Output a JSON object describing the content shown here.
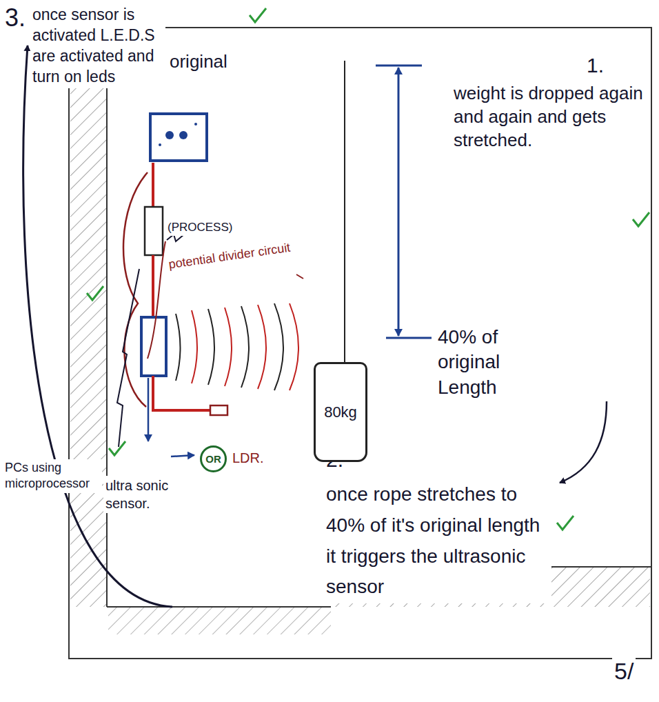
{
  "diagram": {
    "nodes": [
      {
        "text": [
          "80kg"
        ]
      },
      {
        "text": [
          "OR"
        ]
      }
    ],
    "labels": [
      "3.",
      "once sensor is activated L.E.D.S are activated and turn on leds",
      "original",
      "1.",
      "weight is dropped again and again and gets stretched.",
      "(PROCESS)",
      "potential divider circuit",
      "40% of original Length",
      "PCs using microprocessor",
      "ultra sonic sensor.",
      "LDR.",
      "2.",
      "once rope stretches to 40% of it's original length it triggers the ultrasonic sensor",
      "5/"
    ]
  }
}
